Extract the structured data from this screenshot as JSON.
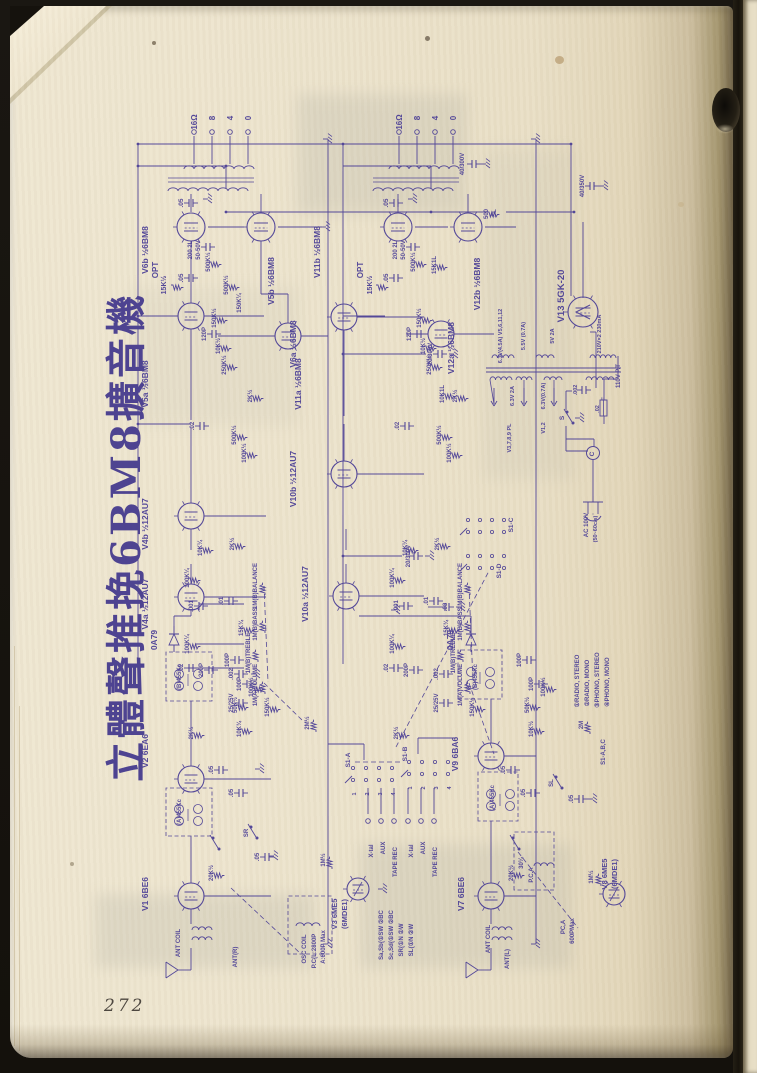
{
  "page": {
    "number": "272",
    "paper": "#ece3cc",
    "ink": "#4b3f96"
  },
  "title": {
    "text": "立體聲推挽6BM8擴音機"
  },
  "schematic": {
    "output_taps": [
      "16Ω",
      "8",
      "4",
      "0"
    ],
    "selector_legend": [
      "①RADIO, STEREO",
      "②RADIO, MONO",
      "③PHONO, STEREO",
      "④PHONO, MONO"
    ],
    "tubes": [
      [
        88,
        95,
        13,
        "V1-6BE6"
      ],
      [
        205,
        95,
        13,
        "V2-6EA6"
      ],
      [
        387,
        95,
        13,
        "V4a-12AU7"
      ],
      [
        468,
        95,
        13,
        "V4b-12AU7"
      ],
      [
        668,
        95,
        13,
        "V5a-6BM8-triode"
      ],
      [
        648,
        192,
        13,
        "V6a-6BM8-triode"
      ],
      [
        757,
        95,
        14,
        "V6b-6BM8-pentode"
      ],
      [
        757,
        165,
        14,
        "V5b-6BM8-pentode"
      ],
      [
        95,
        262,
        11,
        "V3-6ME5-eye"
      ],
      [
        88,
        395,
        13,
        "V7-6BE6"
      ],
      [
        228,
        395,
        13,
        "V9-6BA6"
      ],
      [
        388,
        250,
        13,
        "V10a-12AU7"
      ],
      [
        510,
        248,
        13,
        "V10b-12AU7"
      ],
      [
        667,
        248,
        13,
        "V11a-6BM8-triode"
      ],
      [
        650,
        345,
        13,
        "V12a-6BM8-triode"
      ],
      [
        757,
        302,
        14,
        "V11b-6BM8-pentode"
      ],
      [
        757,
        372,
        14,
        "V12b-6BM8-pentode"
      ],
      [
        90,
        518,
        11,
        "V8-6ME5-eye"
      ],
      [
        672,
        487,
        15,
        "V13-5GK-20-rectifier"
      ]
    ],
    "labels": [
      [
        "16Ω",
        862,
        101,
        8
      ],
      [
        "8",
        866,
        119,
        8
      ],
      [
        "4",
        866,
        137,
        8
      ],
      [
        "0",
        866,
        155,
        8
      ],
      [
        "OPT",
        714,
        62,
        8
      ],
      [
        "V6b ½6BM8",
        734,
        52,
        8.5
      ],
      [
        "15K½",
        699,
        70,
        7
      ],
      [
        ".05",
        706,
        87,
        6.5
      ],
      [
        ".05",
        781,
        87,
        6.5
      ],
      [
        "200 2L",
        734,
        96,
        6
      ],
      [
        "50-50V",
        734,
        104,
        6
      ],
      [
        "500K½",
        722,
        114,
        6
      ],
      [
        "500K½",
        699,
        132,
        6
      ],
      [
        "150K¼",
        681,
        145,
        6
      ],
      [
        "V5b ½6BM8",
        703,
        178,
        8.5
      ],
      [
        "V5a ½6BM8",
        600,
        52,
        8.5
      ],
      [
        "150K½",
        666,
        120,
        6
      ],
      [
        "120P",
        650,
        110,
        6
      ],
      [
        "10K½",
        638,
        124,
        6
      ],
      [
        "250K½",
        619,
        130,
        6
      ],
      [
        "V6a ½6BM8",
        640,
        200,
        8.5
      ],
      [
        ".02",
        558,
        98,
        6
      ],
      [
        "500K½",
        549,
        140,
        6
      ],
      [
        "100K½",
        531,
        150,
        6
      ],
      [
        "2K½",
        588,
        156,
        6
      ],
      [
        "V4b ½12AU7",
        460,
        52,
        8.5
      ],
      [
        "10K¼",
        436,
        106,
        6
      ],
      [
        "2K½",
        440,
        138,
        6
      ],
      [
        "100K¼",
        406,
        93,
        6
      ],
      [
        ".001",
        378,
        97,
        6
      ],
      [
        ".01",
        383,
        127,
        6
      ],
      [
        "100K¼",
        340,
        93,
        6
      ],
      [
        "15K¾",
        356,
        147,
        6
      ],
      [
        ".02",
        316,
        87,
        6
      ],
      [
        "200P",
        314,
        107,
        6
      ],
      [
        ".002",
        310,
        137,
        6
      ],
      [
        "1M(B)BALANCE",
        398,
        161,
        6
      ],
      [
        "1M(B)BASS",
        360,
        161,
        6
      ],
      [
        "1M(B)TREBLE",
        331,
        154,
        6
      ],
      [
        "V4a ½12AU7",
        380,
        52,
        8.5
      ],
      [
        "1M(A)VOLUME",
        299,
        161,
        6
      ],
      [
        "25/25V",
        281,
        137,
        6
      ],
      [
        "2K½",
        251,
        97,
        6
      ],
      [
        "150K½",
        277,
        173,
        6
      ],
      [
        "0A79",
        344,
        61,
        8.5
      ],
      [
        "(B)455Kc",
        307,
        85,
        6
      ],
      [
        "100P",
        324,
        133,
        6
      ],
      [
        "100P",
        300,
        145,
        6
      ],
      [
        "100K½",
        297,
        157,
        6
      ],
      [
        "50K½",
        279,
        141,
        6
      ],
      [
        "10K¾",
        255,
        145,
        6
      ],
      [
        "V2 6EA6",
        233,
        52,
        8.5
      ],
      [
        ".05",
        214,
        117,
        6
      ],
      [
        ".05",
        191,
        137,
        6
      ],
      [
        "2M½",
        261,
        213,
        6
      ],
      [
        "(A)455Kc",
        172,
        85,
        6
      ],
      [
        "SR",
        151,
        152,
        6
      ],
      [
        ".05",
        127,
        163,
        6
      ],
      [
        "V1 6BE6",
        90,
        52,
        8.5
      ],
      [
        "20K½",
        111,
        117,
        6
      ],
      [
        "ANT COIL",
        41,
        84,
        6
      ],
      [
        "ANT(R)",
        27,
        141,
        6
      ],
      [
        "OSC COIL",
        35,
        210,
        6
      ],
      [
        "P.C{L:2800P",
        33,
        220,
        6
      ],
      [
        "A:600P Max",
        37,
        229,
        6
      ],
      [
        "1M½",
        124,
        229,
        6
      ],
      [
        "V3 6ME5",
        70,
        241,
        7.5
      ],
      [
        "(6MDE1)",
        70,
        251,
        7.5
      ],
      [
        "Sa,Sb{①SW ②BC",
        49,
        287,
        6
      ],
      [
        "Sc,Sd{①SW ②BC",
        49,
        297,
        6
      ],
      [
        "SR{①N ②W",
        44,
        307,
        6
      ],
      [
        "SL{①N ②W",
        44,
        317,
        6
      ],
      [
        "S1-A",
        224,
        254,
        6.5
      ],
      [
        "S1-B",
        230,
        311,
        6.5
      ],
      [
        "1",
        190,
        260,
        5.5
      ],
      [
        "2",
        190,
        273,
        5.5
      ],
      [
        "3",
        190,
        286,
        5.5
      ],
      [
        "4",
        190,
        299,
        5.5
      ],
      [
        "1",
        196,
        316,
        5.5
      ],
      [
        "2",
        196,
        329,
        5.5
      ],
      [
        "3",
        196,
        342,
        5.5
      ],
      [
        "4",
        196,
        355,
        5.5
      ],
      [
        "X-tal",
        133,
        277,
        6
      ],
      [
        "AUX",
        136,
        289,
        6
      ],
      [
        "TAPE REC",
        122,
        301,
        6
      ],
      [
        "X-tal",
        133,
        317,
        6
      ],
      [
        "AUX",
        136,
        329,
        6
      ],
      [
        "TAPE REC",
        122,
        341,
        6
      ],
      [
        "20/300V",
        630,
        336,
        6
      ],
      [
        "S1-D",
        413,
        405,
        6.5
      ],
      [
        "S1-C",
        459,
        417,
        6.5
      ],
      [
        "20/300V",
        428,
        314,
        6
      ],
      [
        ".03",
        377,
        351,
        6
      ],
      [
        "16Ω",
        862,
        306,
        8
      ],
      [
        "8",
        866,
        324,
        8
      ],
      [
        "4",
        866,
        342,
        8
      ],
      [
        "0",
        866,
        360,
        8
      ],
      [
        "OPT",
        714,
        267,
        8
      ],
      [
        "V11b ½6BM8",
        732,
        224,
        8.5
      ],
      [
        "15K½",
        699,
        276,
        7
      ],
      [
        ".05",
        706,
        292,
        6.5
      ],
      [
        ".05",
        781,
        292,
        6.5
      ],
      [
        "200 2L",
        734,
        301,
        6
      ],
      [
        "50-50V",
        734,
        309,
        6
      ],
      [
        "500K½",
        722,
        319,
        6
      ],
      [
        "V12b ½6BM8",
        700,
        384,
        8.5
      ],
      [
        "V11a ½6BM8",
        600,
        205,
        8.5
      ],
      [
        "150K½",
        666,
        325,
        6
      ],
      [
        "120P",
        650,
        315,
        6
      ],
      [
        "10K½",
        638,
        329,
        6
      ],
      [
        "250K½",
        619,
        335,
        6
      ],
      [
        "V12a ½6BM8",
        636,
        358,
        8.5
      ],
      [
        ".02",
        558,
        303,
        6
      ],
      [
        "500K½",
        549,
        345,
        6
      ],
      [
        "100K½",
        531,
        355,
        6
      ],
      [
        "2K½",
        588,
        361,
        6
      ],
      [
        "V10b ½12AU7",
        505,
        200,
        8.5
      ],
      [
        "10K¼",
        436,
        311,
        6
      ],
      [
        "2K½",
        440,
        343,
        6
      ],
      [
        "100K¼",
        406,
        298,
        6
      ],
      [
        ".001",
        378,
        302,
        6
      ],
      [
        ".01",
        383,
        332,
        6
      ],
      [
        "100K¼",
        340,
        298,
        6
      ],
      [
        "15K¾",
        356,
        352,
        6
      ],
      [
        ".02",
        316,
        292,
        6
      ],
      [
        "200P",
        314,
        312,
        6
      ],
      [
        ".002",
        310,
        342,
        6
      ],
      [
        "1M(B)BALANCE",
        398,
        366,
        6
      ],
      [
        "1M(B)BASS",
        360,
        366,
        6
      ],
      [
        "1M(B)TREBLE",
        331,
        359,
        6
      ],
      [
        "V10a ½12AU7",
        390,
        212,
        8.5
      ],
      [
        "1M(A)VOLUME",
        299,
        366,
        6
      ],
      [
        "25/25V",
        281,
        342,
        6
      ],
      [
        "2K½",
        251,
        302,
        6
      ],
      [
        "150K½",
        277,
        378,
        6
      ],
      [
        "0A79",
        344,
        357,
        8.5
      ],
      [
        "(B)455Kc",
        307,
        381,
        6
      ],
      [
        "100P",
        324,
        425,
        6
      ],
      [
        "100P",
        300,
        437,
        6
      ],
      [
        "100K½",
        297,
        449,
        6
      ],
      [
        "50K½",
        279,
        433,
        6
      ],
      [
        "10K½",
        255,
        437,
        6
      ],
      [
        "V9 6BA6",
        230,
        362,
        8.5
      ],
      [
        ".05",
        214,
        409,
        6
      ],
      [
        ".05",
        191,
        429,
        6
      ],
      [
        "2M",
        259,
        487,
        6
      ],
      [
        "(A)455Kc",
        186,
        398,
        6
      ],
      [
        "SL",
        201,
        457,
        6
      ],
      [
        ".05",
        185,
        477,
        6
      ],
      [
        "V7 6BE6",
        90,
        368,
        8.5
      ],
      [
        "20K½",
        111,
        417,
        6
      ],
      [
        "ANT COIL",
        45,
        394,
        6
      ],
      [
        "ANT(L)",
        25,
        413,
        6
      ],
      [
        "P.C.A",
        109,
        437,
        6
      ],
      [
        "30¼",
        121,
        427,
        6
      ],
      [
        "PC,A",
        57,
        469,
        6
      ],
      [
        "600PMax",
        53,
        478,
        6
      ],
      [
        "1M½",
        107,
        497,
        6
      ],
      [
        "V8 6ME5",
        110,
        511,
        7.5
      ],
      [
        "(6MDE1)",
        110,
        521,
        7.5
      ],
      [
        "①RADIO, STEREO",
        303,
        483,
        6
      ],
      [
        "②RADIO, MONO",
        301,
        493,
        6
      ],
      [
        "③PHONO, STEREO",
        304,
        503,
        6
      ],
      [
        "④PHONO, MONO",
        302,
        513,
        6
      ],
      [
        "S1-A,B,C",
        232,
        509,
        6
      ],
      [
        "V13 5GK-20",
        688,
        468,
        9.5
      ],
      [
        "500",
        770,
        392,
        6
      ],
      [
        "SL",
        771,
        400,
        6
      ],
      [
        "40/300V",
        820,
        368,
        6
      ],
      [
        "40/350V",
        798,
        488,
        6
      ],
      [
        "15K1L",
        719,
        340,
        6
      ],
      [
        "10K1L",
        590,
        348,
        6
      ],
      [
        "6.3V(4.5A) V5,6,11,12",
        648,
        406,
        5.5
      ],
      [
        "5.5V (0.7A)",
        648,
        429,
        5.5
      ],
      [
        "5V 2A",
        648,
        458,
        5.5
      ],
      [
        "210V×2 230mA",
        650,
        505,
        5.5
      ],
      [
        "110V P.T",
        608,
        524,
        6
      ],
      [
        "6.3V 2A",
        588,
        418,
        5.5
      ],
      [
        "V3,7,8,9 PL",
        546,
        415,
        5.5
      ],
      [
        "6.3V(0.7A)",
        588,
        449,
        5.5
      ],
      [
        "V1,2",
        556,
        449,
        5.5
      ],
      [
        ".002",
        594,
        481,
        5.5
      ],
      [
        ".02",
        575,
        503,
        5.5
      ],
      [
        "F",
        585,
        510,
        6
      ],
      [
        "S",
        566,
        468,
        6.5
      ],
      [
        "C",
        530,
        498,
        6.5
      ],
      [
        "AC 100V",
        459,
        492,
        6
      ],
      [
        "(50~60c/s)",
        455,
        501,
        5.5
      ]
    ]
  }
}
